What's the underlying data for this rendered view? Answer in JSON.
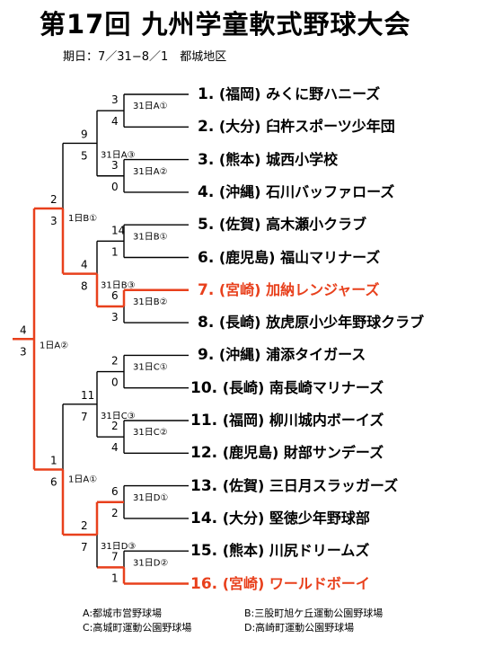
{
  "title": "第17回 九州学童軟式野球大会",
  "dates": "期日：7／31−8／1　都城地区",
  "teams": [
    {
      "num": "1.",
      "pref": "(福岡)",
      "name": "みくに野ハニーズ",
      "winner": false
    },
    {
      "num": "2.",
      "pref": "(大分)",
      "name": "臼杵スポーツ少年団",
      "winner": false
    },
    {
      "num": "3.",
      "pref": "(熊本)",
      "name": "城西小学校",
      "winner": false
    },
    {
      "num": "4.",
      "pref": "(沖縄)",
      "name": "石川バッファローズ",
      "winner": false
    },
    {
      "num": "5.",
      "pref": "(佐賀)",
      "name": "高木瀬小クラブ",
      "winner": false
    },
    {
      "num": "6.",
      "pref": "(鹿児島)",
      "name": "福山マリナーズ",
      "winner": false
    },
    {
      "num": "7.",
      "pref": "(宮崎)",
      "name": "加納レンジャーズ",
      "winner": true
    },
    {
      "num": "8.",
      "pref": "(長崎)",
      "name": "放虎原小少年野球クラブ",
      "winner": false
    },
    {
      "num": "9.",
      "pref": "(沖縄)",
      "name": "浦添タイガース",
      "winner": false
    },
    {
      "num": "10.",
      "pref": "(長崎)",
      "name": "南長崎マリナーズ",
      "winner": false
    },
    {
      "num": "11.",
      "pref": "(福岡)",
      "name": "柳川城内ボーイズ",
      "winner": false
    },
    {
      "num": "12.",
      "pref": "(鹿児島)",
      "name": "財部サンデーズ",
      "winner": false
    },
    {
      "num": "13.",
      "pref": "(佐賀)",
      "name": "三日月スラッガーズ",
      "winner": false
    },
    {
      "num": "14.",
      "pref": "(大分)",
      "name": "堅徳少年野球部",
      "winner": false
    },
    {
      "num": "15.",
      "pref": "(熊本)",
      "name": "川尻ドリームズ",
      "winner": false
    },
    {
      "num": "16.",
      "pref": "(宮崎)",
      "name": "ワールドボーイ",
      "winner": true
    }
  ],
  "games": {
    "r1": [
      "31日A①",
      "31日A②",
      "31日B①",
      "31日B②",
      "31日C①",
      "31日C②",
      "31日D①",
      "31日D②"
    ],
    "r2": [
      "31日A③",
      "31日B③",
      "31日C③",
      "31日D③"
    ],
    "semi": [
      "1日B①",
      "1日A①"
    ],
    "final": "1日A②"
  },
  "scores": {
    "r1": [
      [
        "3",
        "4"
      ],
      [
        "3",
        "0"
      ],
      [
        "14",
        "1"
      ],
      [
        "6",
        "3"
      ],
      [
        "2",
        "0"
      ],
      [
        "2",
        "4"
      ],
      [
        "6",
        "2"
      ],
      [
        "7",
        "1"
      ]
    ],
    "r2": [
      [
        "9",
        "5"
      ],
      [
        "4",
        "8"
      ],
      [
        "11",
        "7"
      ],
      [
        "2",
        "7"
      ]
    ],
    "semi": [
      [
        "2",
        "3"
      ],
      [
        "1",
        "6"
      ]
    ],
    "final": [
      "4",
      "3"
    ]
  },
  "winner_color": "#e8401c",
  "legend": [
    "A:都城市営野球場",
    "B:三股町旭ケ丘運動公園野球場",
    "C:高城町運動公園野球場",
    "D:高崎町運動公園野球場"
  ]
}
